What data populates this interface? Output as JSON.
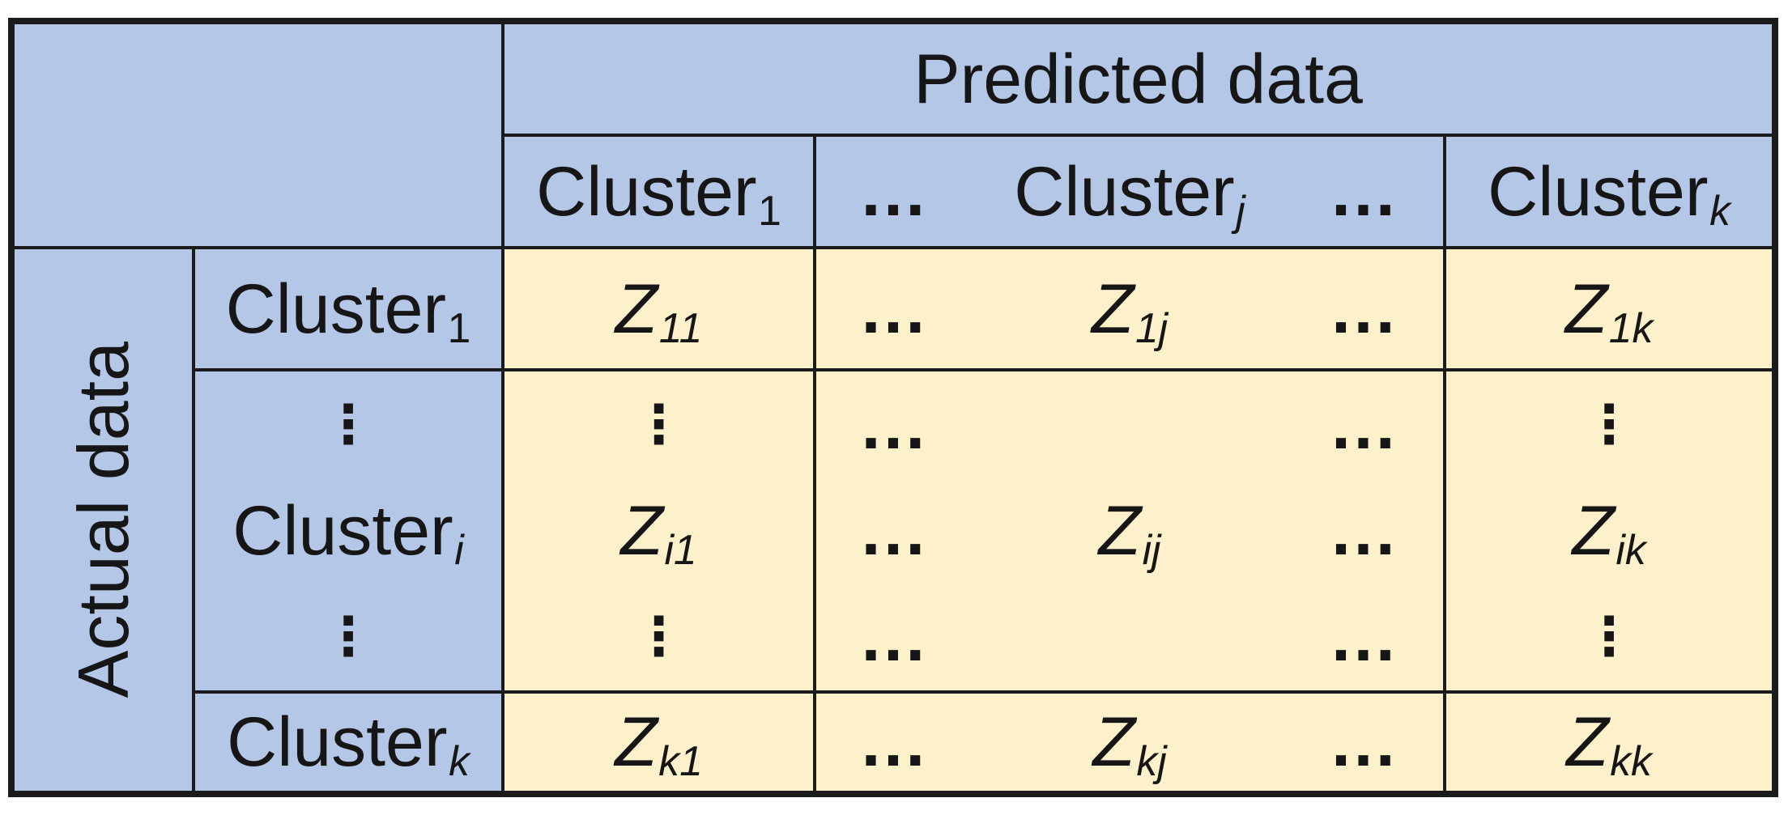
{
  "figure": {
    "type": "confusion-matrix-template",
    "col_axis_label": "Predicted data",
    "row_axis_label": "Actual data"
  },
  "symbols": {
    "h_ellipsis": "…",
    "v_ellipsis": "⋮"
  },
  "columns": [
    {
      "base": "Cluster",
      "sub": "1"
    },
    {
      "base": "Cluster",
      "sub": "j"
    },
    {
      "base": "Cluster",
      "sub": "k"
    }
  ],
  "rows": [
    {
      "base": "Cluster",
      "sub": "1"
    },
    {
      "base": "Cluster",
      "sub": "i"
    },
    {
      "base": "Cluster",
      "sub": "k"
    }
  ],
  "cells": {
    "z11": {
      "base": "Z",
      "sub": "11"
    },
    "z1j": {
      "base": "Z",
      "sub": "1j"
    },
    "z1k": {
      "base": "Z",
      "sub": "1k"
    },
    "zi1": {
      "base": "Z",
      "sub": "i1"
    },
    "zij": {
      "base": "Z",
      "sub": "ij"
    },
    "zik": {
      "base": "Z",
      "sub": "ik"
    },
    "zk1": {
      "base": "Z",
      "sub": "k1"
    },
    "zkj": {
      "base": "Z",
      "sub": "kj"
    },
    "zkk": {
      "base": "Z",
      "sub": "kk"
    }
  },
  "colors": {
    "header_bg": "#b4c7e7",
    "value_bg": "#fdf1cb",
    "border": "#1b1b1b",
    "text": "#161616",
    "page_bg": "#ffffff"
  }
}
